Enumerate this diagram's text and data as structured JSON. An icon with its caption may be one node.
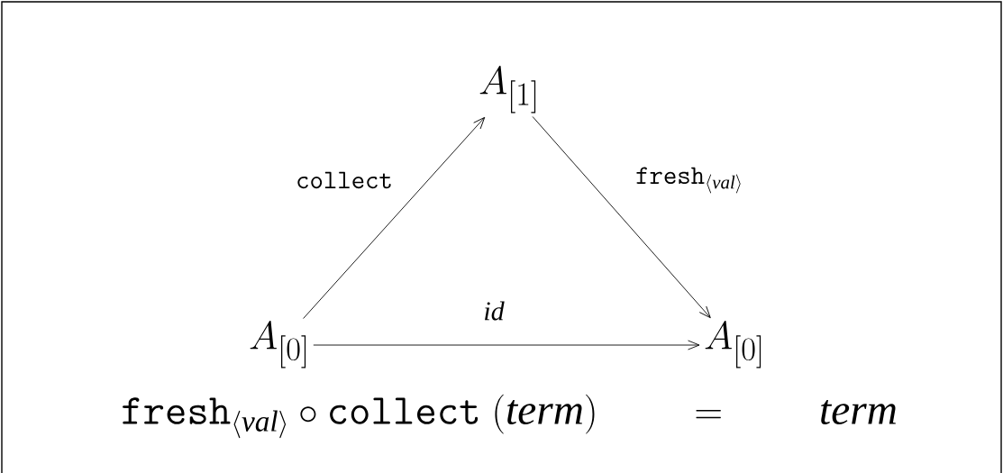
{
  "diagram": {
    "nodes": [
      {
        "text": [
          "A_{[1]}"
        ]
      },
      {
        "text": [
          "A_{[0]}"
        ]
      },
      {
        "text": [
          "A_{[0]}"
        ]
      }
    ],
    "edges": [
      {
        "from": 1,
        "to": 0,
        "arrow": "to",
        "label": "\\mathtt{collect}"
      },
      {
        "from": 0,
        "to": 2,
        "arrow": "to",
        "label": "\\mathtt{fresh}_{\\langle \\mathit{val}\\rangle}"
      },
      {
        "from": 1,
        "to": 2,
        "arrow": "to",
        "label": "\\mathit{id}"
      }
    ],
    "labels": [
      "\\mathtt{fresh}_{\\langle \\mathit{val}\\rangle}\\circ\\mathtt{collect}\\ (\\mathit{term})\\qquad=\\qquad\\mathit{term}"
    ]
  }
}
